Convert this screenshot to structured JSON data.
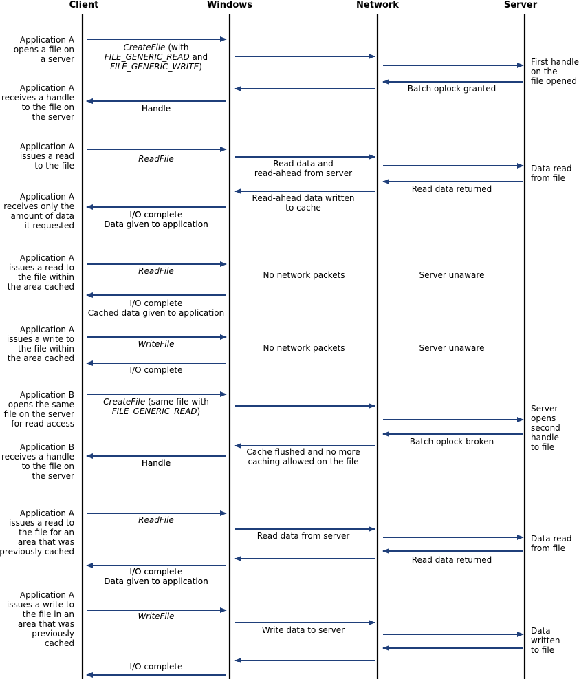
{
  "headers": {
    "client": "Client",
    "windows": "Windows",
    "network": "Network",
    "server": "Server"
  },
  "colors": {
    "arrow": "#1f3f7a",
    "lifeline": "#000000",
    "text": "#000000"
  },
  "sections": [
    {
      "client_desc": [
        "Application A",
        "opens a file on",
        "a server"
      ],
      "call": [
        [
          {
            "t": "CreateFile",
            "i": true
          },
          {
            "t": " (with",
            "i": false
          }
        ],
        [
          {
            "t": "FILE_GENERIC_READ",
            "i": true
          },
          {
            "t": " and",
            "i": false
          }
        ],
        [
          {
            "t": "FILE_GENERIC_WRITE",
            "i": true
          },
          {
            "t": ")",
            "i": false
          }
        ]
      ],
      "server_desc": [
        "First handle",
        "on the",
        "file opened"
      ],
      "return_label": [
        "Batch oplock granted"
      ]
    },
    {
      "client_desc": [
        "Application A",
        "receives a handle",
        "to the file on",
        "the server"
      ],
      "return_label": [
        "Handle"
      ]
    },
    {
      "client_desc": [
        "Application A",
        "issues a read",
        "to the file"
      ],
      "call": [
        [
          {
            "t": "ReadFile",
            "i": true
          }
        ]
      ],
      "net_label": [
        "Read data and",
        "read-ahead from server"
      ],
      "server_desc": [
        "Data read",
        "from file"
      ],
      "return_label": [
        "Read data returned"
      ]
    },
    {
      "client_desc": [
        "Application A",
        "receives only the",
        "amount of data",
        "it requested"
      ],
      "win_return_label": [
        "Read-ahead data written",
        "to cache"
      ],
      "return_label": [
        "I/O complete",
        "Data given to application"
      ]
    },
    {
      "client_desc": [
        "Application A",
        "issues a read to",
        "the file within",
        "the area cached"
      ],
      "call": [
        [
          {
            "t": "ReadFile",
            "i": true
          }
        ]
      ],
      "network_note": "No network packets",
      "server_note": "Server unaware",
      "return_label": [
        "I/O complete",
        "Cached data given to application"
      ]
    },
    {
      "client_desc": [
        "Application A",
        "issues a write to",
        "the file within",
        "the area cached"
      ],
      "call": [
        [
          {
            "t": "WriteFile",
            "i": true
          }
        ]
      ],
      "network_note": "No network packets",
      "server_note": "Server unaware",
      "return_label": [
        "I/O complete"
      ]
    },
    {
      "client_desc": [
        "Application B",
        "opens the same",
        "file on the server",
        "for read access"
      ],
      "call": [
        [
          {
            "t": "CreateFile",
            "i": true
          },
          {
            "t": " (same file with",
            "i": false
          }
        ],
        [
          {
            "t": "FILE_GENERIC_READ",
            "i": true
          },
          {
            "t": ")",
            "i": false
          }
        ]
      ],
      "server_desc": [
        "Server",
        "opens",
        "second",
        "handle",
        "to file"
      ],
      "return_label": [
        "Batch oplock broken"
      ]
    },
    {
      "client_desc": [
        "Application B",
        "receives a handle",
        "to the file on",
        "the server"
      ],
      "win_return_label": [
        "Cache flushed and no more",
        "caching allowed on the file"
      ],
      "return_label": [
        "Handle"
      ]
    },
    {
      "client_desc": [
        "Application A",
        "issues a read to",
        "the file for an",
        "area that was",
        "previously cached"
      ],
      "call": [
        [
          {
            "t": "ReadFile",
            "i": true
          }
        ]
      ],
      "net_label": [
        "Read data from server"
      ],
      "server_desc": [
        "Data read",
        "from file"
      ],
      "return_label": [
        "Read data returned"
      ]
    },
    {
      "win_return_label": [],
      "return_label": [
        "I/O complete",
        "Data given to application"
      ]
    },
    {
      "client_desc": [
        "Application A",
        "issues a write to",
        "the file in an",
        "area that was",
        "previously",
        "cached"
      ],
      "call": [
        [
          {
            "t": "WriteFile",
            "i": true
          }
        ]
      ],
      "net_label": [
        "Write data to server"
      ],
      "server_desc": [
        "Data",
        "written",
        "to file"
      ],
      "return_label": [
        "I/O complete"
      ]
    }
  ]
}
